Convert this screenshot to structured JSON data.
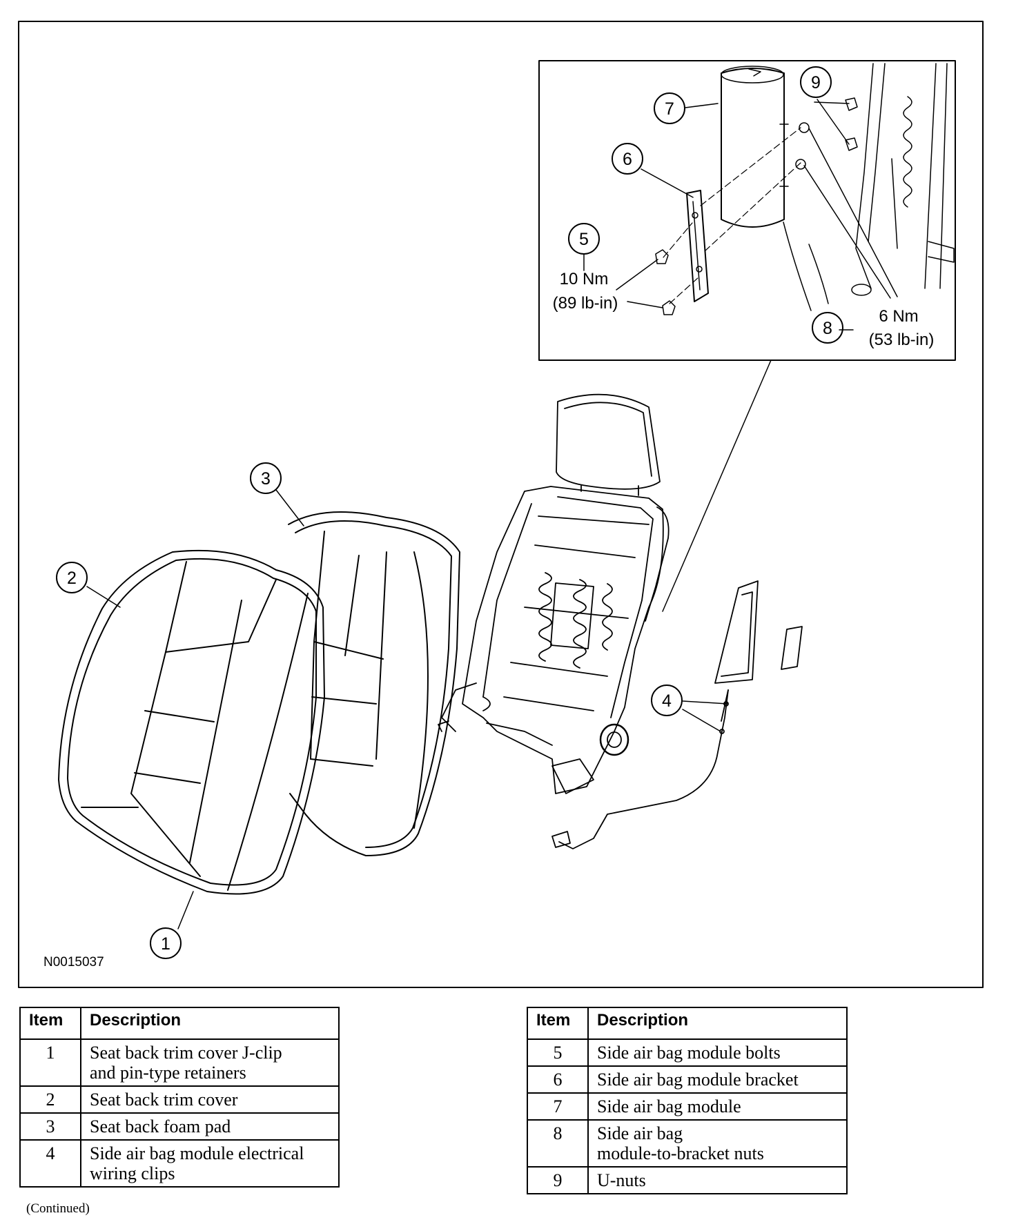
{
  "figure": {
    "id": "N0015037",
    "callouts": [
      "1",
      "2",
      "3",
      "4",
      "5",
      "6",
      "7",
      "8",
      "9"
    ],
    "torque_specs": {
      "bolts": {
        "nm": "10 Nm",
        "lbin": "(89 lb-in)"
      },
      "nuts": {
        "nm": "6 Nm",
        "lbin": "(53 lb-in)"
      }
    }
  },
  "legend_left": {
    "header_item": "Item",
    "header_description": "Description",
    "rows": [
      {
        "item": "1",
        "description": [
          "Seat back trim cover J-clip",
          "and pin-type retainers"
        ]
      },
      {
        "item": "2",
        "description": [
          "Seat back trim cover"
        ]
      },
      {
        "item": "3",
        "description": [
          "Seat back foam pad"
        ]
      },
      {
        "item": "4",
        "description": [
          "Side air bag module electrical",
          "wiring clips"
        ]
      }
    ]
  },
  "legend_right": {
    "header_item": "Item",
    "header_description": "Description",
    "rows": [
      {
        "item": "5",
        "description": [
          "Side air bag module bolts"
        ]
      },
      {
        "item": "6",
        "description": [
          "Side air bag module bracket"
        ]
      },
      {
        "item": "7",
        "description": [
          "Side air bag module"
        ]
      },
      {
        "item": "8",
        "description": [
          "Side air bag",
          "module-to-bracket nuts"
        ]
      },
      {
        "item": "9",
        "description": [
          "U-nuts"
        ]
      }
    ]
  },
  "footer": {
    "continued": "(Continued)"
  },
  "colors": {
    "line": "#000000",
    "background": "#ffffff"
  }
}
